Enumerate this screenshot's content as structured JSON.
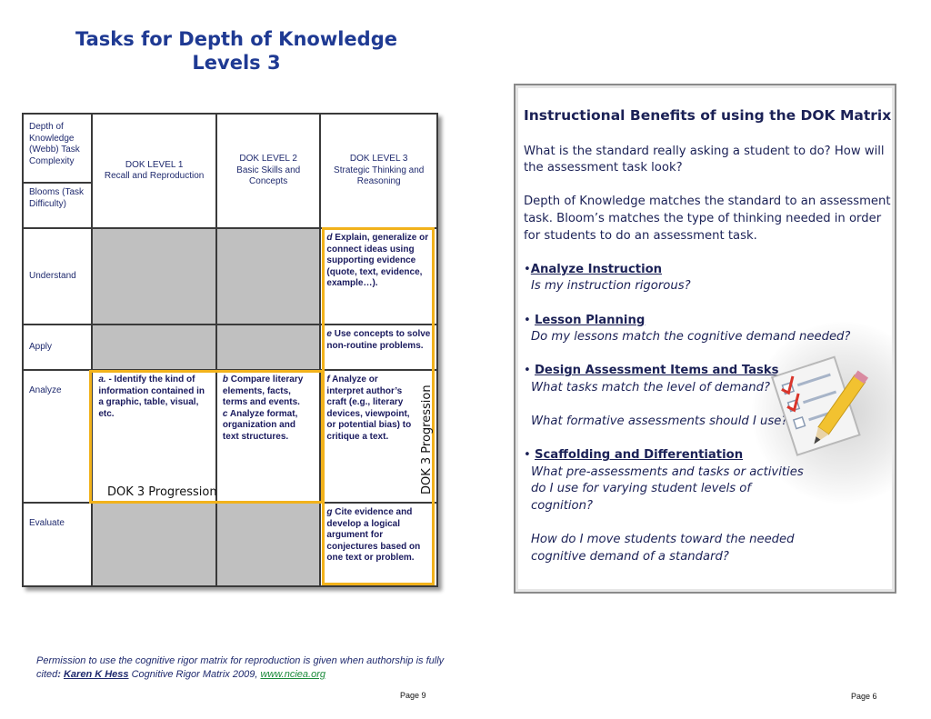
{
  "title": {
    "line1": "Tasks for Depth of Knowledge",
    "line2": "Levels 3"
  },
  "matrix": {
    "corner_top": "Depth of Knowledge (Webb) Task Complexity",
    "corner_bottom": "Blooms (Task Difficulty)",
    "headers": [
      {
        "line1": "DOK LEVEL 1",
        "line2": "Recall and Reproduction"
      },
      {
        "line1": "DOK LEVEL 2",
        "line2": "Basic Skills and Concepts"
      },
      {
        "line1": "DOK LEVEL 3",
        "line2": "Strategic Thinking and Reasoning"
      }
    ],
    "rows": {
      "understand": {
        "label": "Understand",
        "l3_letter": "d",
        "l3_text": " Explain, generalize or connect ideas using supporting evidence (quote, text, evidence, example…)."
      },
      "apply": {
        "label": "Apply",
        "l3_letter": "e",
        "l3_text": " Use concepts to solve non-routine problems."
      },
      "analyze": {
        "label": "Analyze",
        "l1_letter": "a.",
        "l1_text": "  - Identify the kind of information contained in a graphic, table, visual, etc.",
        "l2_letter": "b",
        "l2_text": " Compare literary elements, facts, terms and events.",
        "l2b_letter": "c",
        "l2b_text": " Analyze format, organization and text structures.",
        "l3_letter": "f",
        "l3_text": " Analyze or interpret author’s craft (e.g., literary devices, viewpoint, or potential bias) to critique a text."
      },
      "evaluate": {
        "label": "Evaluate",
        "l3_letter": "g",
        "l3_text": " Cite evidence and develop a logical argument for conjectures based on one text or problem."
      }
    },
    "progression_label_h": "DOK 3 Progression",
    "progression_label_v": "DOK 3 Progression",
    "highlight_color": "#f2b21b"
  },
  "panel": {
    "title": "Instructional Benefits of using the DOK Matrix",
    "intro": "What is the standard really asking a student to do?  How will the assessment task look?",
    "para2": "Depth of Knowledge matches the standard to an assessment task.  Bloom’s matches the type of thinking needed in order for students to do an assessment task.",
    "b1_head": "Analyze Instruction",
    "b1_q1": "Is my instruction rigorous?",
    "b2_head": "Lesson Planning",
    "b2_q1": "Do my lessons match the cognitive demand needed?",
    "b3_head": "Design Assessment Items and Tasks",
    "b3_q1": "What tasks match the level of demand?",
    "b3_q2": "What formative assessments should I use?",
    "b4_head": "Scaffolding and Differentiation",
    "b4_q1": "What pre-assessments and tasks or activities do I use for varying student levels of cognition?",
    "b4_q2": "How do I move students toward the needed cognitive demand of a standard?",
    "illustration_icon": "checklist-pencil-icon"
  },
  "footer": {
    "permission_prefix": "Permission to use the cognitive rigor matrix  for reproduction is given when authorship is fully cited",
    "colon": ": ",
    "author": "Karen K Hess",
    "mid": " Cognitive Rigor Matrix 2009, ",
    "link": "www.nciea.org",
    "page_left": "Page 9",
    "page_right": "Page 6"
  }
}
